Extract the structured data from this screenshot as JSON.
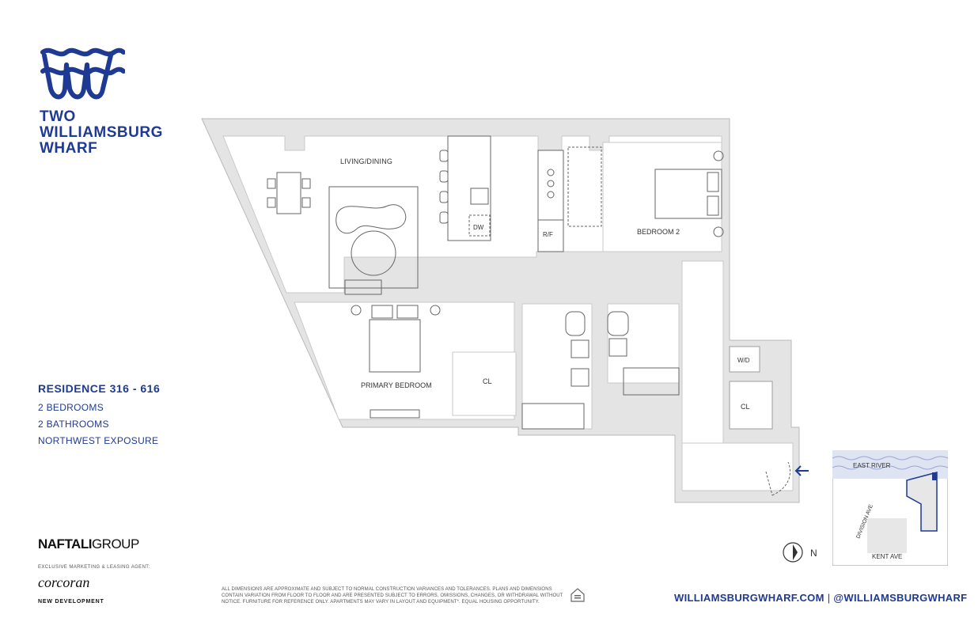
{
  "brand": {
    "logo_icon": "wave-w-logo",
    "title_lines": [
      "TWO",
      "WILLIAMSBURG",
      "WHARF"
    ],
    "color": "#1f3a93"
  },
  "residence": {
    "title": "RESIDENCE 316 - 616",
    "bedrooms": "2 BEDROOMS",
    "bathrooms": "2 BATHROOMS",
    "exposure": "NORTHWEST EXPOSURE"
  },
  "floorplan": {
    "rooms": {
      "living": "LIVING/DINING",
      "bedroom2": "BEDROOM 2",
      "primary": "PRIMARY BEDROOM",
      "closet": "CL",
      "wd": "W/D",
      "dw": "DW",
      "rf": "R/F"
    }
  },
  "compass": {
    "label": "N"
  },
  "locator_map": {
    "river": "EAST RIVER",
    "avenue1": "DIVISION AVE",
    "avenue2": "KENT AVE"
  },
  "developer": {
    "name_bold": "NAFTALI",
    "name_light": "GROUP"
  },
  "agent": {
    "label": "EXCLUSIVE MARKETING & LEASING AGENT:",
    "name": "corcoran",
    "sub": "NEW DEVELOPMENT"
  },
  "disclaimer": "ALL DIMENSIONS ARE APPROXIMATE AND SUBJECT TO NORMAL CONSTRUCTION VARIANCES AND TOLERANCES. PLANS AND DIMENSIONS CONTAIN VARIATION FROM FLOOR TO FLOOR AND ARE PRESENTED SUBJECT TO ERRORS, OMISSIONS, CHANGES, OR WITHDRAWAL WITHOUT NOTICE. FURNITURE FOR REFERENCE ONLY. APARTMENTS MAY VARY IN LAYOUT AND EQUIPMENT*. EQUAL HOUSING OPPORTUNITY.",
  "equal_housing_icon": "equal-housing-icon",
  "contact": {
    "website": "WILLIAMSBURGWHARF.COM",
    "separator": "|",
    "handle": "@WILLIAMSBURGWHARF"
  }
}
